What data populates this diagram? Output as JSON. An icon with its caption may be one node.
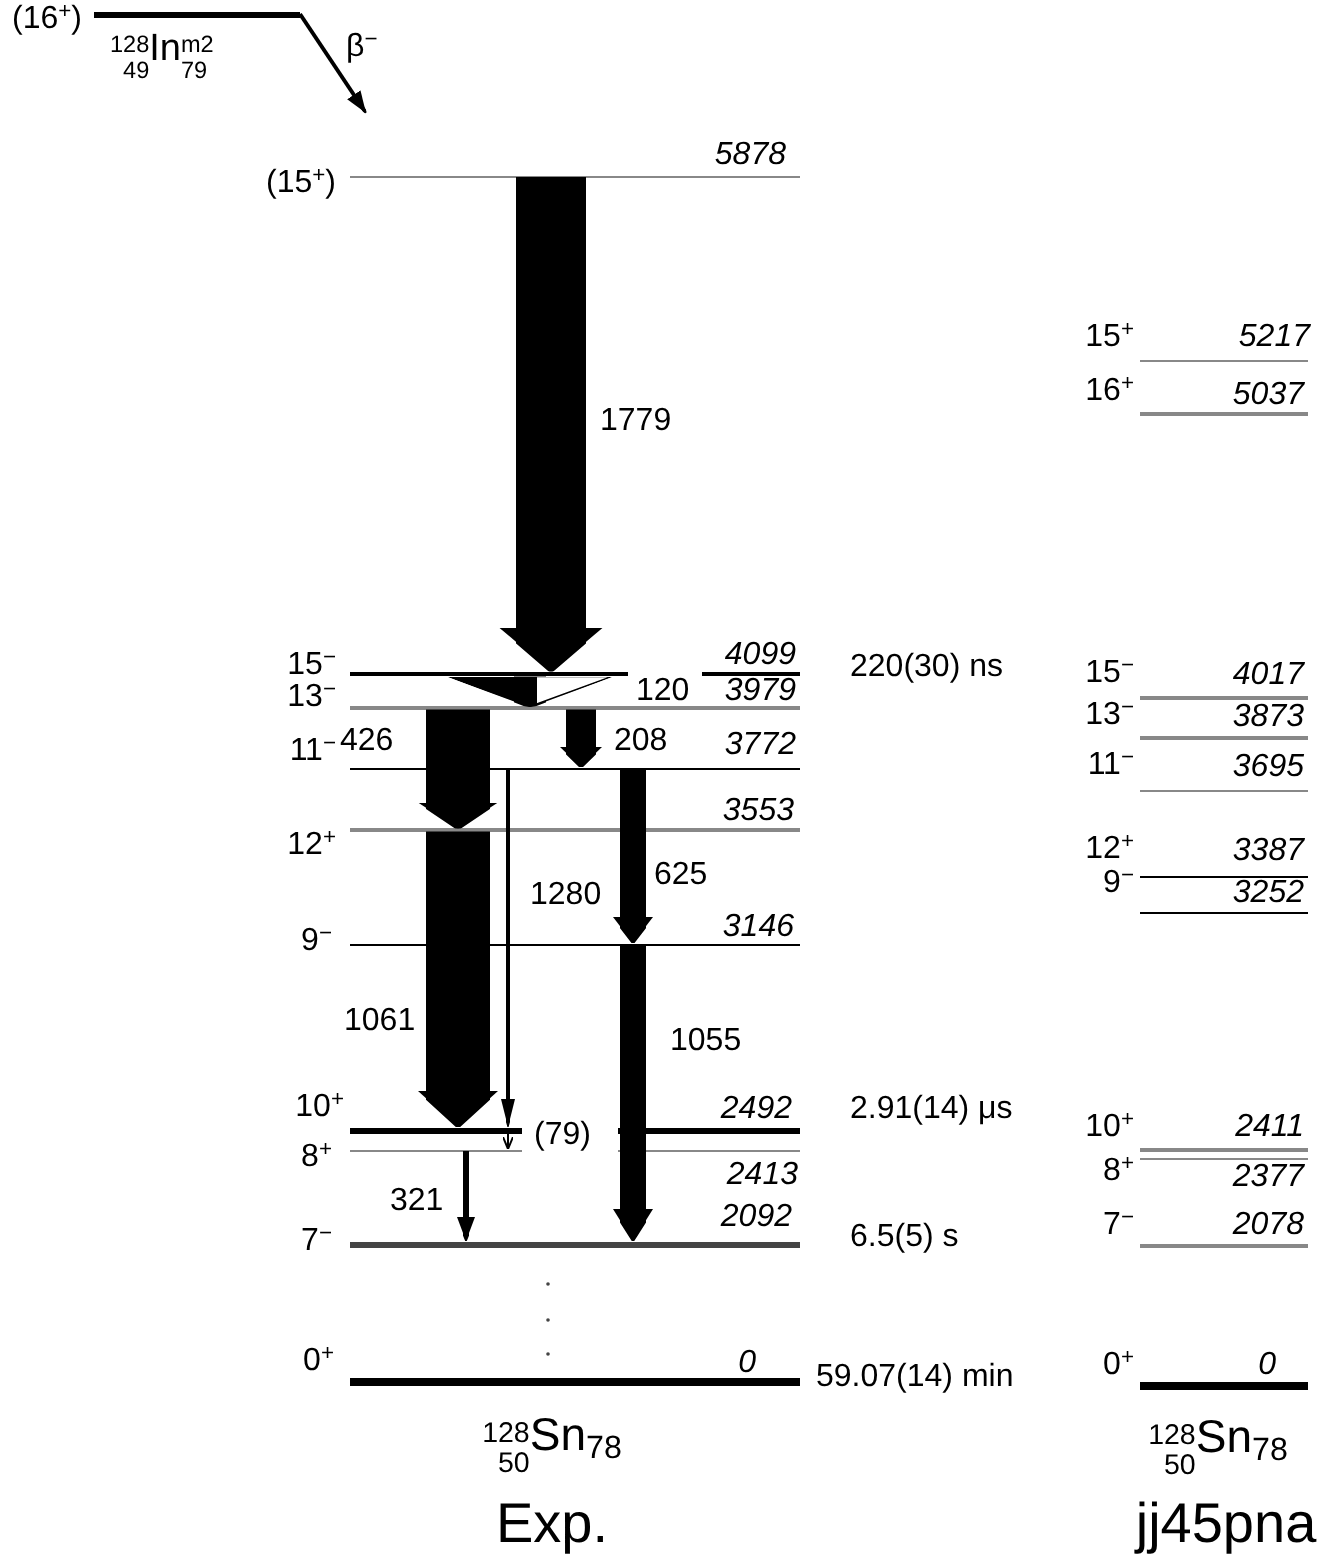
{
  "diagram": {
    "nodes": [
      {
        "text": [
          "(16$^{+}$)",
          "$^{128}$$_{49}$In$^{m2}$$_{79}$"
        ]
      },
      {
        "text": [
          "(15$^{+}$)",
          "5878"
        ]
      },
      {
        "text": [
          "15$^{−}$",
          "4099"
        ],
        "beside": [
          "220(30) ns"
        ]
      },
      {
        "text": [
          "13$^{−}$",
          "3979"
        ]
      },
      {
        "text": [
          "11$^{−}$",
          "3772"
        ]
      },
      {
        "text": [
          "12$^{+}$",
          "3553"
        ]
      },
      {
        "text": [
          "9$^{−}$",
          "3146"
        ]
      },
      {
        "text": [
          "10$^{+}$",
          "2492"
        ],
        "beside": [
          "2.91(14) μs"
        ]
      },
      {
        "text": [
          "8$^{+}$",
          "2413"
        ]
      },
      {
        "text": [
          "7$^{−}$",
          "2092"
        ],
        "beside": [
          "6.5(5) s"
        ]
      },
      {
        "text": [
          "0$^{+}$",
          "0"
        ],
        "beside": [
          "59.07(14) min"
        ]
      },
      {
        "text": [
          "15$^{+}$",
          "5217"
        ]
      },
      {
        "text": [
          "16$^{+}$",
          "5037"
        ]
      },
      {
        "text": [
          "15$^{−}$",
          "4017"
        ]
      },
      {
        "text": [
          "13$^{−}$",
          "3873"
        ]
      },
      {
        "text": [
          "11$^{−}$",
          "3695"
        ]
      },
      {
        "text": [
          "12$^{+}$",
          "3387"
        ]
      },
      {
        "text": [
          "9$^{−}$",
          "3252"
        ]
      },
      {
        "text": [
          "10$^{+}$",
          "2411"
        ]
      },
      {
        "text": [
          "8$^{+}$",
          "2377"
        ]
      },
      {
        "text": [
          "7$^{−}$",
          "2078"
        ]
      },
      {
        "text": [
          "0$^{+}$",
          "0"
        ]
      }
    ],
    "edges": [
      {
        "from": 0,
        "to": 1,
        "arrow": "to",
        "label": "β$^{−}$"
      },
      {
        "from": 1,
        "to": 2,
        "arrow": "to",
        "label": "1779",
        "style": "thick"
      },
      {
        "from": 2,
        "to": 3,
        "arrow": "to",
        "label": "120"
      },
      {
        "from": 3,
        "to": 5,
        "arrow": "to",
        "label": "426",
        "style": "thick"
      },
      {
        "from": 3,
        "to": 4,
        "arrow": "to",
        "label": "208"
      },
      {
        "from": 4,
        "to": 6,
        "arrow": "to",
        "label": "625"
      },
      {
        "from": 4,
        "to": 7,
        "arrow": "to",
        "label": "1280"
      },
      {
        "from": 5,
        "to": 7,
        "arrow": "to",
        "label": "1061",
        "style": "thick"
      },
      {
        "from": 6,
        "to": 9,
        "arrow": "to",
        "label": "1055"
      },
      {
        "from": 7,
        "to": 8,
        "arrow": "to",
        "label": "(79)"
      },
      {
        "from": 8,
        "to": 9,
        "arrow": "to",
        "label": "321"
      }
    ],
    "labels": [
      "$^{128}$$_{50}$Sn$_{78}$",
      "$^{128}$$_{50}$Sn$_{78}$",
      "Exp.",
      "jj45pna"
    ]
  }
}
